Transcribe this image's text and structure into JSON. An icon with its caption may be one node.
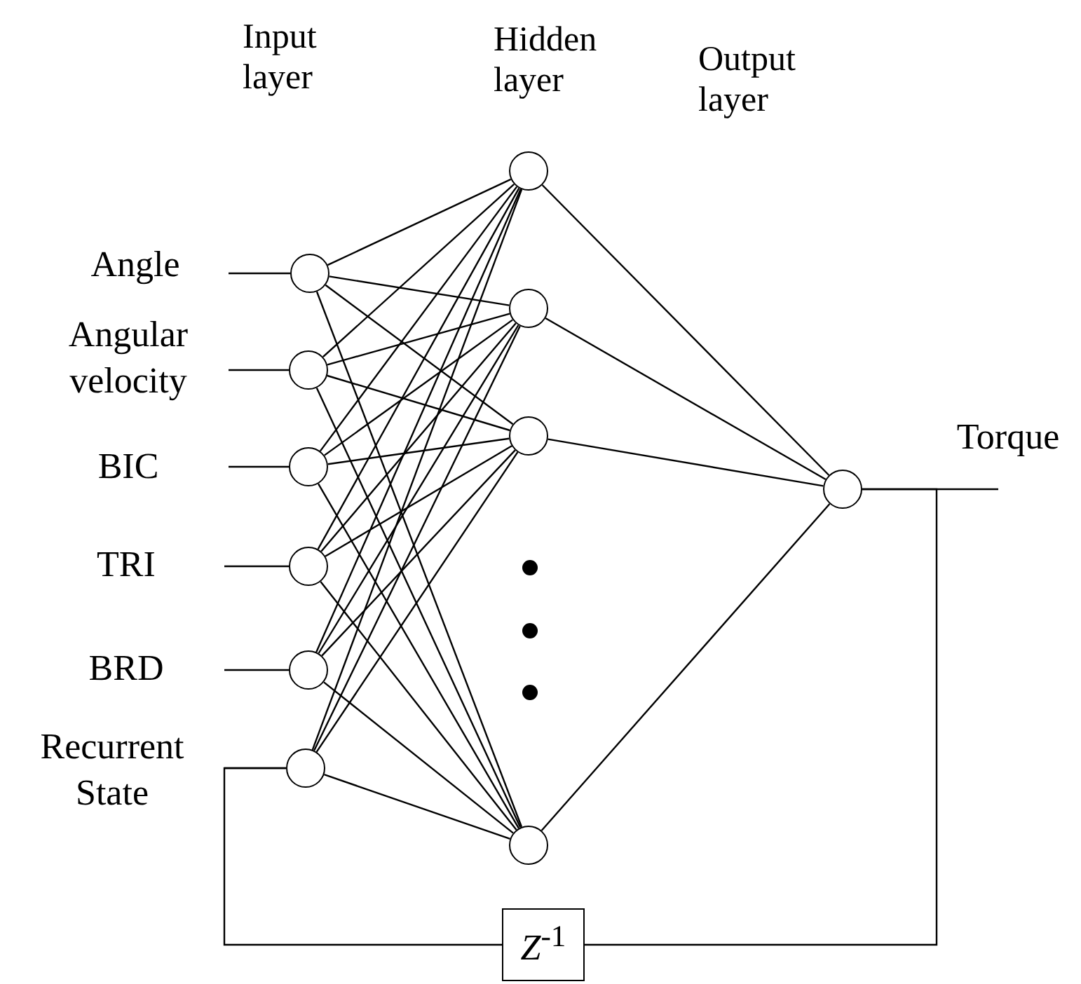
{
  "diagram": {
    "nodes": [
      {
        "text": [
          "Angle"
        ]
      },
      {
        "text": [
          "Angular velocity"
        ]
      },
      {
        "text": [
          "BIC"
        ]
      },
      {
        "text": [
          "TRI"
        ]
      },
      {
        "text": [
          "BRD"
        ]
      },
      {
        "text": [
          "Recurrent State"
        ]
      },
      {
        "text": [],
        "shape": "circle"
      },
      {
        "text": [],
        "shape": "circle"
      },
      {
        "text": [],
        "shape": "circle"
      },
      {
        "text": [],
        "shape": "circle"
      },
      {
        "text": [],
        "shape": "circle"
      },
      {
        "text": [],
        "shape": "circle"
      },
      {
        "text": [],
        "shape": "circle"
      },
      {
        "text": [],
        "shape": "circle"
      },
      {
        "text": [],
        "shape": "circle"
      },
      {
        "text": [],
        "shape": "circle"
      },
      {
        "text": [],
        "shape": "circle"
      },
      {
        "text": [
          "Torque"
        ]
      },
      {
        "text": [
          "*Z*$^{-1}$"
        ]
      }
    ],
    "edges": [
      {
        "from": 0,
        "to": 6,
        "arrow": "none"
      },
      {
        "from": 1,
        "to": 7,
        "arrow": "none"
      },
      {
        "from": 2,
        "to": 8,
        "arrow": "none"
      },
      {
        "from": 3,
        "to": 9,
        "arrow": "none"
      },
      {
        "from": 4,
        "to": 10,
        "arrow": "none"
      },
      {
        "from": 5,
        "to": 11,
        "arrow": "none"
      },
      {
        "from": 6,
        "to": 12,
        "arrow": "none"
      },
      {
        "from": 6,
        "to": 13,
        "arrow": "none"
      },
      {
        "from": 6,
        "to": 14,
        "arrow": "none"
      },
      {
        "from": 6,
        "to": 15,
        "arrow": "none"
      },
      {
        "from": 7,
        "to": 12,
        "arrow": "none"
      },
      {
        "from": 7,
        "to": 13,
        "arrow": "none"
      },
      {
        "from": 7,
        "to": 14,
        "arrow": "none"
      },
      {
        "from": 7,
        "to": 15,
        "arrow": "none"
      },
      {
        "from": 8,
        "to": 12,
        "arrow": "none"
      },
      {
        "from": 8,
        "to": 13,
        "arrow": "none"
      },
      {
        "from": 8,
        "to": 14,
        "arrow": "none"
      },
      {
        "from": 8,
        "to": 15,
        "arrow": "none"
      },
      {
        "from": 9,
        "to": 12,
        "arrow": "none"
      },
      {
        "from": 9,
        "to": 13,
        "arrow": "none"
      },
      {
        "from": 9,
        "to": 14,
        "arrow": "none"
      },
      {
        "from": 9,
        "to": 15,
        "arrow": "none"
      },
      {
        "from": 10,
        "to": 12,
        "arrow": "none"
      },
      {
        "from": 10,
        "to": 13,
        "arrow": "none"
      },
      {
        "from": 10,
        "to": 14,
        "arrow": "none"
      },
      {
        "from": 10,
        "to": 15,
        "arrow": "none"
      },
      {
        "from": 11,
        "to": 12,
        "arrow": "none"
      },
      {
        "from": 11,
        "to": 13,
        "arrow": "none"
      },
      {
        "from": 11,
        "to": 14,
        "arrow": "none"
      },
      {
        "from": 11,
        "to": 15,
        "arrow": "none"
      },
      {
        "from": 12,
        "to": 16,
        "arrow": "none"
      },
      {
        "from": 13,
        "to": 16,
        "arrow": "none"
      },
      {
        "from": 14,
        "to": 16,
        "arrow": "none"
      },
      {
        "from": 15,
        "to": 16,
        "arrow": "none"
      },
      {
        "from": 16,
        "to": 17,
        "arrow": "none"
      },
      {
        "from": 16,
        "to": 18,
        "arrow": "none"
      },
      {
        "from": 18,
        "to": 11,
        "arrow": "none"
      }
    ],
    "labels": [
      "Input layer",
      "Hidden layer",
      "Output layer"
    ]
  }
}
